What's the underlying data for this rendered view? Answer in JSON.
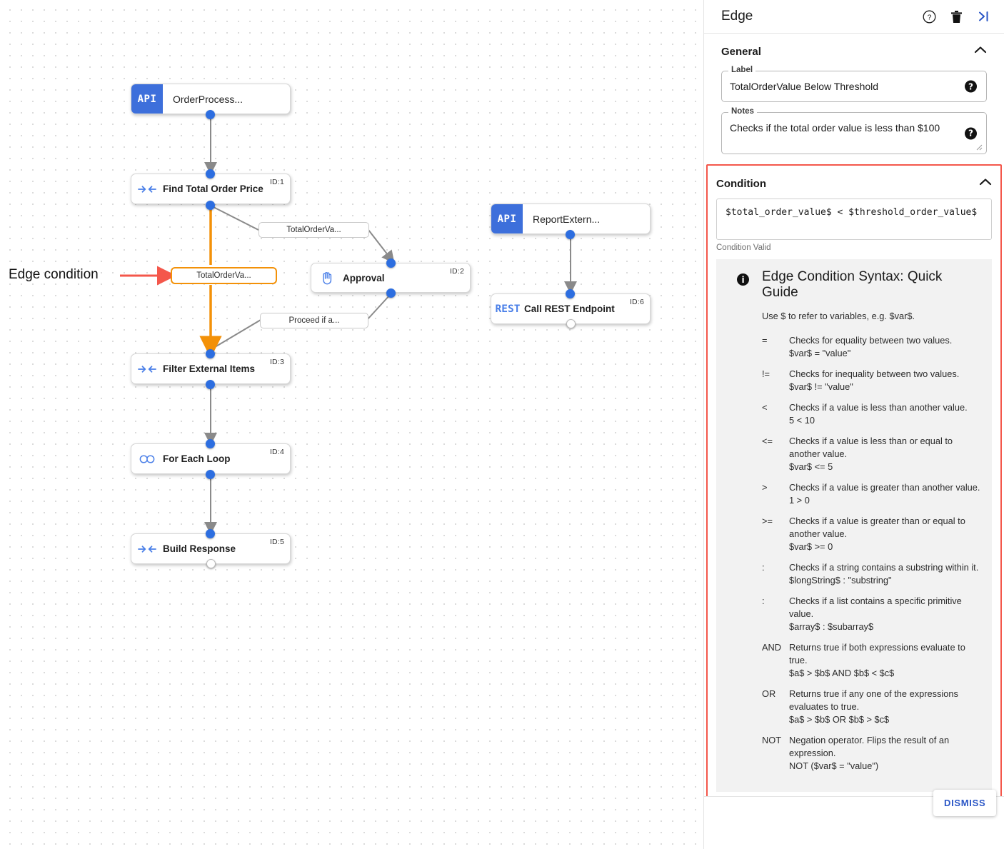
{
  "canvas": {
    "annotation": {
      "text": "Edge condition",
      "arrow_color": "#f4574b"
    },
    "nodes": [
      {
        "id": "order-process",
        "badge": "API",
        "title": "OrderProcess...",
        "idlabel": ""
      },
      {
        "id": "find-total-order-price",
        "icon": "converge-arrows-icon",
        "title": "Find Total Order Price",
        "idlabel": "ID:1"
      },
      {
        "id": "approval",
        "icon": "hand-icon",
        "title": "Approval",
        "idlabel": "ID:2"
      },
      {
        "id": "filter-external-items",
        "icon": "converge-arrows-icon",
        "title": "Filter External Items",
        "idlabel": "ID:3"
      },
      {
        "id": "for-each-loop",
        "icon": "infinity-icon",
        "title": "For Each Loop",
        "idlabel": "ID:4"
      },
      {
        "id": "build-response",
        "icon": "converge-arrows-icon",
        "title": "Build Response",
        "idlabel": "ID:5"
      },
      {
        "id": "report-external",
        "badge": "API",
        "title": "ReportExtern...",
        "idlabel": ""
      },
      {
        "id": "call-rest-endpoint",
        "badge": "REST",
        "title": "Call REST Endpoint",
        "idlabel": "ID:6"
      }
    ],
    "edge_labels": [
      {
        "id": "to-approval",
        "text": "TotalOrderVa...",
        "selected": false
      },
      {
        "id": "selected-condition",
        "text": "TotalOrderVa...",
        "selected": true
      },
      {
        "id": "proceed",
        "text": "Proceed if a...",
        "selected": false
      }
    ],
    "colors": {
      "selected_edge": "#f39108",
      "node_badge": "#3d6fdb",
      "port": "#2d6ee0"
    }
  },
  "panel": {
    "title": "Edge",
    "header_icons": [
      "help-icon",
      "delete-icon",
      "collapse-panel-icon"
    ],
    "general": {
      "section_title": "General",
      "label_field": {
        "label": "Label",
        "value": "TotalOrderValue Below Threshold"
      },
      "notes_field": {
        "label": "Notes",
        "value": "Checks if the total order value is less than $100"
      }
    },
    "condition": {
      "section_title": "Condition",
      "expression": "$total_order_value$ < $threshold_order_value$",
      "status": "Condition Valid",
      "highlight_color": "#f4574b"
    },
    "guide": {
      "title": "Edge Condition Syntax: Quick Guide",
      "intro": "Use $ to refer to variables, e.g. $var$.",
      "operators": [
        {
          "symbol": "=",
          "description": "Checks for equality between two values.",
          "example": "$var$ = \"value\""
        },
        {
          "symbol": "!=",
          "description": "Checks for inequality between two values.",
          "example": "$var$ != \"value\""
        },
        {
          "symbol": "<",
          "description": "Checks if a value is less than another value.",
          "example": "5 < 10"
        },
        {
          "symbol": "<=",
          "description": "Checks if a value is less than or equal to another value.",
          "example": "$var$ <= 5"
        },
        {
          "symbol": ">",
          "description": "Checks if a value is greater than another value.",
          "example": "1 > 0"
        },
        {
          "symbol": ">=",
          "description": "Checks if a value is greater than or equal to another value.",
          "example": "$var$ >= 0"
        },
        {
          "symbol": ":",
          "description": "Checks if a string contains a substring within it.",
          "example": "$longString$ : \"substring\""
        },
        {
          "symbol": ":",
          "description": "Checks if a list contains a specific primitive value.",
          "example": "$array$ : $subarray$"
        },
        {
          "symbol": "AND",
          "description": "Returns true if both expressions evaluate to true.",
          "example": "$a$ > $b$ AND $b$ < $c$"
        },
        {
          "symbol": "OR",
          "description": "Returns true if any one of the expressions evaluates to true.",
          "example": "$a$ > $b$ OR $b$ > $c$"
        },
        {
          "symbol": "NOT",
          "description": "Negation operator. Flips the result of an expression.",
          "example": "NOT ($var$ = \"value\")"
        }
      ]
    },
    "footer": {
      "dismiss_label": "DISMISS"
    }
  }
}
